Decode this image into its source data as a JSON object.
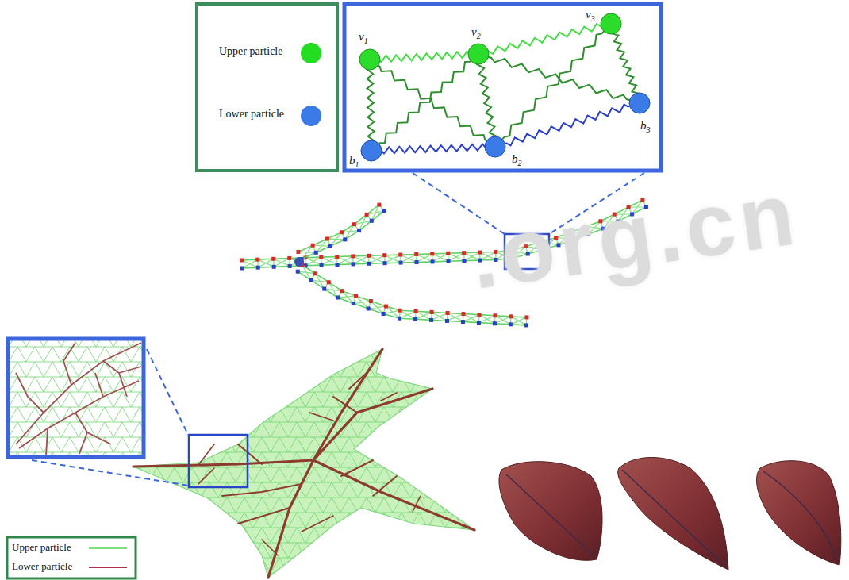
{
  "diagram": {
    "labels": [
      "v1",
      "v2",
      "v3",
      "b1",
      "b2",
      "b3",
      ".org.cn"
    ],
    "legend": [
      {
        "text": "Upper particle",
        "color": "#22dd22"
      },
      {
        "text": "Lower particle",
        "color": "#3b7be8"
      },
      {
        "text": "Upper particle"
      },
      {
        "text": "Lower particle"
      }
    ]
  }
}
